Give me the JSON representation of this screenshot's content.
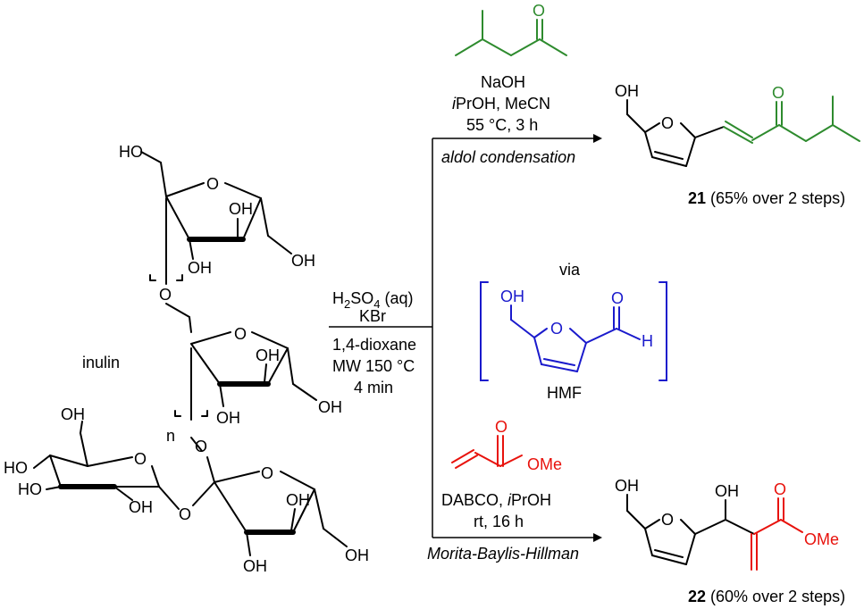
{
  "colors": {
    "ketone": "#2e8b2e",
    "hmf": "#1a1acc",
    "acrylate": "#e8120c",
    "ink": "#000000"
  },
  "inulin_label": "inulin",
  "repeat_index": "n",
  "atoms": {
    "oh": "OH",
    "ho": "HO",
    "o": "O",
    "h": "H",
    "ome": "OMe"
  },
  "main": {
    "reagent_line1_prefix": "H",
    "reagent_line1_sub1": "2",
    "reagent_line1_mid": "SO",
    "reagent_line1_sub2": "4",
    "reagent_line1_suffix": " (aq)",
    "reagent_line2": "KBr",
    "cond_line1": "1,4-dioxane",
    "cond_line2": "MW 150 °C",
    "cond_line3": "4 min"
  },
  "top": {
    "line1": "NaOH",
    "line2_italic": "i",
    "line2_rest": "PrOH, MeCN",
    "line3": "55 °C, 3 h",
    "type": "aldol condensation"
  },
  "bottom": {
    "line1_prefix": "DABCO, ",
    "line1_italic": "i",
    "line1_rest": "PrOH",
    "line2": "rt, 16 h",
    "type": "Morita-Baylis-Hillman"
  },
  "intermediate": {
    "via": "via",
    "name": "HMF"
  },
  "product21": {
    "number": "21",
    "yield": " (65% over 2 steps)"
  },
  "product22": {
    "number": "22",
    "yield": " (60% over 2 steps)"
  }
}
